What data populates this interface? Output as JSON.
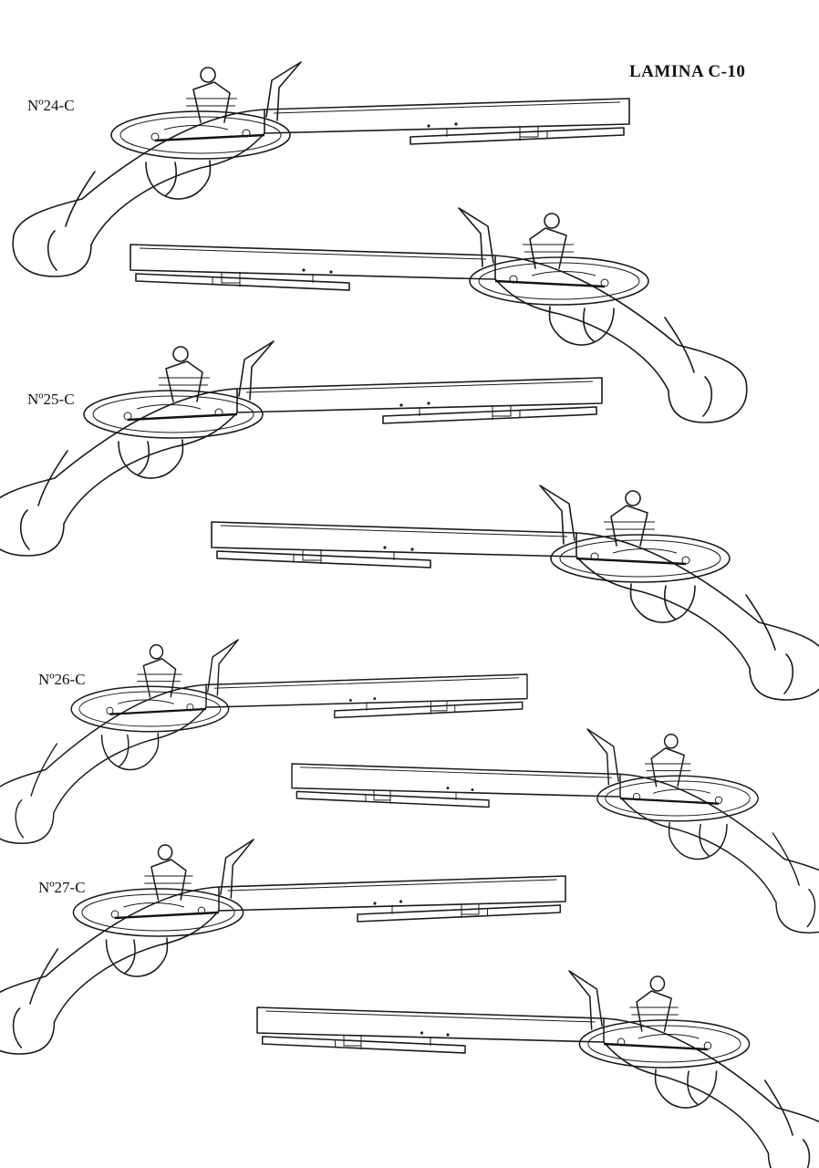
{
  "plate": {
    "title": "LAMINA C-10"
  },
  "entries": [
    {
      "label": "Nº24-C"
    },
    {
      "label": "Nº25-C"
    },
    {
      "label": "Nº26-C"
    },
    {
      "label": "Nº27-C"
    }
  ]
}
